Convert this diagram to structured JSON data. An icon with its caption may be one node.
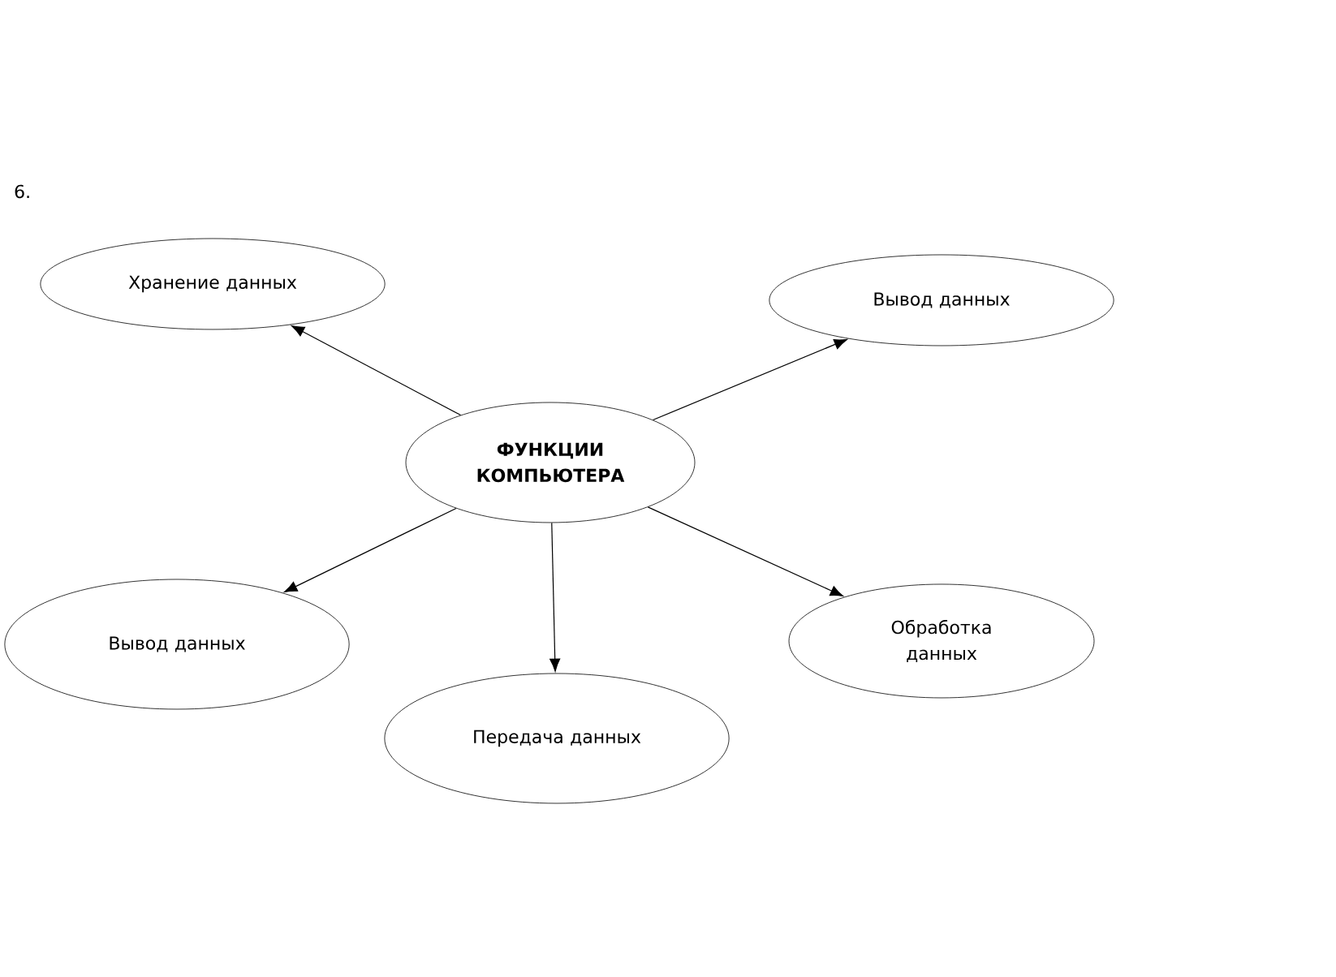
{
  "diagram": {
    "nodes": [
      {
        "text": [
          "Хранение данных"
        ]
      },
      {
        "text": [
          "Вывод данных"
        ]
      },
      {
        "text": [
          "ФУНКЦИИ КОМПЬЮТЕРА"
        ]
      },
      {
        "text": [
          "Вывод данных"
        ]
      },
      {
        "text": [
          "Передача данных"
        ]
      },
      {
        "text": [
          "Обработка данных"
        ]
      }
    ],
    "edges": [
      {
        "from": 2,
        "to": 0,
        "arrow": "to"
      },
      {
        "from": 2,
        "to": 1,
        "arrow": "to"
      },
      {
        "from": 2,
        "to": 3,
        "arrow": "to"
      },
      {
        "from": 2,
        "to": 4,
        "arrow": "to"
      },
      {
        "from": 2,
        "to": 5,
        "arrow": "to"
      }
    ],
    "labels": [
      "6."
    ]
  }
}
